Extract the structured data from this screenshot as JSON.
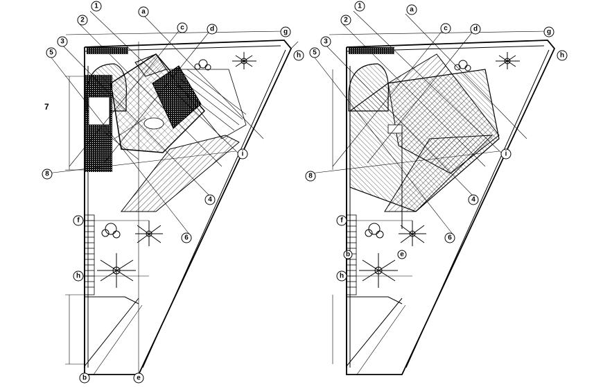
{
  "plans": [
    {
      "name": "left-plan",
      "bubbles": {
        "b1": "1",
        "b2": "2",
        "b3": "3",
        "b5": "5",
        "ba": "a",
        "bc": "c",
        "bd": "d",
        "bg": "g",
        "bh_top": "h",
        "bi": "i",
        "b4": "4",
        "b6": "6",
        "bf": "f",
        "bh_left": "h",
        "bb": "b",
        "be": "e",
        "b8": "8"
      },
      "side_label": "7"
    },
    {
      "name": "right-plan",
      "bubbles": {
        "b1": "1",
        "b2": "2",
        "b3": "3",
        "b5": "5",
        "ba": "a",
        "bc": "c",
        "bd": "d",
        "bg": "g",
        "bh_top": "h",
        "bi": "i",
        "b4": "4",
        "b6": "6",
        "bf": "f",
        "bh_left": "h",
        "bb": "b",
        "be": "e",
        "b8": "8"
      }
    }
  ]
}
